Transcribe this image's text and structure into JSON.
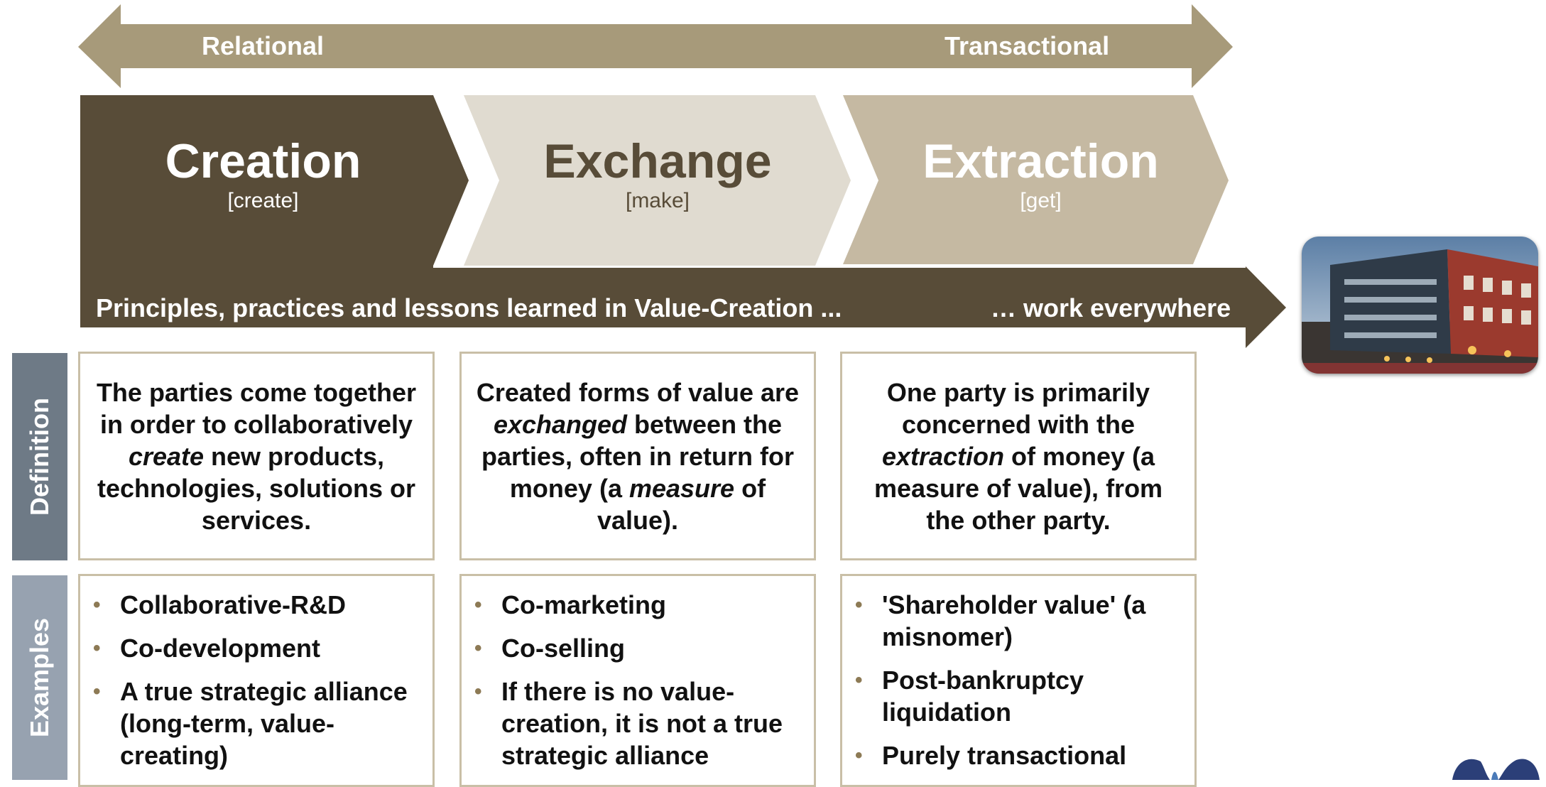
{
  "top_arrow": {
    "left_label": "Relational",
    "right_label": "Transactional"
  },
  "stages": [
    {
      "title": "Creation",
      "subtitle": "[create]"
    },
    {
      "title": "Exchange",
      "subtitle": "[make]"
    },
    {
      "title": "Extraction",
      "subtitle": "[get]"
    }
  ],
  "band": {
    "left_text": "Principles, practices and lessons learned in Value-Creation ...",
    "right_text": "… work everywhere"
  },
  "rows": {
    "definition_label": "Definition",
    "examples_label": "Examples"
  },
  "definitions": {
    "creation": {
      "a": "The parties come together in order to collaboratively ",
      "em": "create",
      "b": " new products, technologies, solutions or services."
    },
    "exchange": {
      "a": "Created forms of value are ",
      "em1": "exchanged",
      "b": " between the parties, often in return for money (a ",
      "em2": "measure",
      "c": " of value)."
    },
    "extraction": {
      "a": "One party is primarily concerned with the ",
      "em": "extraction",
      "b": " of money (a measure of value), from the other party."
    }
  },
  "examples": {
    "creation": [
      "Collaborative-R&D",
      "Co-development",
      "A true strategic alliance (long-term, value-creating)"
    ],
    "exchange": [
      "Co-marketing",
      "Co-selling",
      "If there is no value-creation, it is not a true strategic alliance"
    ],
    "extraction": [
      "'Shareholder value' (a misnomer)",
      "Post-bankruptcy liquidation",
      "Purely transactional"
    ]
  },
  "colors": {
    "arrow": "#a79a7a",
    "creation": "#584c38",
    "exchange": "#e0dbd0",
    "extraction": "#c5b9a2",
    "band": "#584c38",
    "definition_tab": "#6e7a86",
    "examples_tab": "#97a2b0",
    "box_border": "#c9bfa7"
  },
  "icons": {
    "photo": "office-building-photo",
    "logo": "butterfly-logo-icon"
  }
}
